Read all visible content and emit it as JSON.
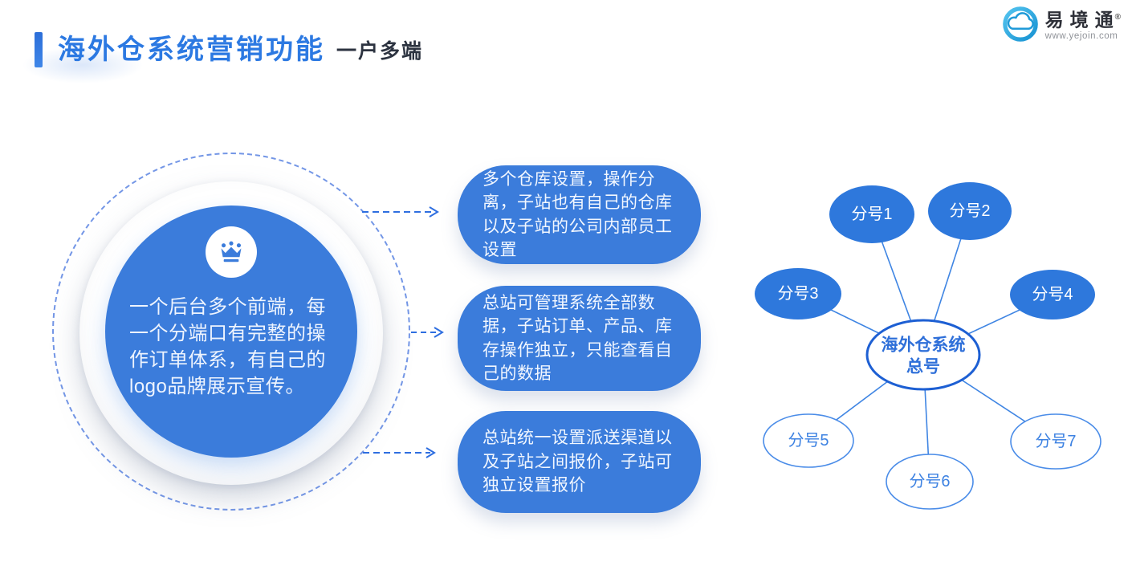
{
  "colors": {
    "primary_blue": "#3b7cdb",
    "title_blue": "#2c79e2",
    "node_fill_blue": "#2e78dc",
    "connector_blue": "#3f85e3",
    "center_ellipse_stroke": "#1d5fd3",
    "subtitle_dark": "#2c3340",
    "logo_cyan": "#1f9ad8"
  },
  "header": {
    "title": "海外仓系统营销功能",
    "subtitle": "一户多端"
  },
  "logo": {
    "icon": "cloud-logo-icon",
    "brand": "易境通",
    "registered_mark": "®",
    "website": "www.yejoin.com"
  },
  "hub": {
    "icon": "crown-icon",
    "description": "一个后台多个前端，每一个分端口有完整的操作订单体系，有自己的logo品牌展示宣传。"
  },
  "features": [
    {
      "text": "多个仓库设置，操作分离，子站也有自己的仓库以及子站的公司内部员工设置"
    },
    {
      "text": "总站可管理系统全部数据，子站订单、产品、库存操作独立，只能查看自己的数据"
    },
    {
      "text": "总站统一设置派送渠道以及子站之间报价，子站可独立设置报价"
    }
  ],
  "network": {
    "center": {
      "line1": "海外仓系统",
      "line2": "总号"
    },
    "nodes": [
      {
        "label": "分号1",
        "style": "filled"
      },
      {
        "label": "分号2",
        "style": "filled"
      },
      {
        "label": "分号3",
        "style": "filled"
      },
      {
        "label": "分号4",
        "style": "filled"
      },
      {
        "label": "分号5",
        "style": "outline"
      },
      {
        "label": "分号6",
        "style": "outline"
      },
      {
        "label": "分号7",
        "style": "outline"
      }
    ]
  }
}
